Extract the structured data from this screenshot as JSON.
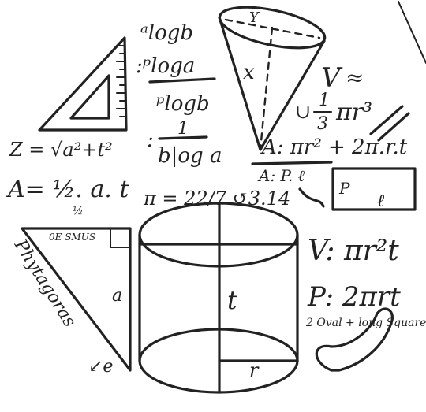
{
  "logs": {
    "line1": "ᵃlogb",
    "line2": ":ᵖloga",
    "line3": "ᵖlogb",
    "line4": "1",
    "line5": "b|og a",
    "colon": ":"
  },
  "cone": {
    "v_label": "V",
    "v_equals": "≈",
    "one": "1",
    "three": "3",
    "pir3": "πr³",
    "slant": "x"
  },
  "formulas": {
    "z_formula": "Z = √a²+t²",
    "tri_area": "A= ½. a. t",
    "tri_under": "½",
    "cone_area": "A: πr² + 2π.r.t",
    "rect_area": "A: P. ℓ",
    "pi": "π = 22/7 ↺3.14",
    "cyl_vol": "V: πr²t",
    "cyl_p": "P: 2πrt"
  },
  "rect": {
    "p": "P",
    "l": "ℓ"
  },
  "right_triangle": {
    "top_label": "0E SMUS",
    "side_word": "Phytagoras",
    "side_small": "a",
    "arrow": "↙e"
  },
  "cylinder": {
    "t": "t",
    "r": "r"
  },
  "oval": {
    "note": "2 Oval + long Square"
  }
}
